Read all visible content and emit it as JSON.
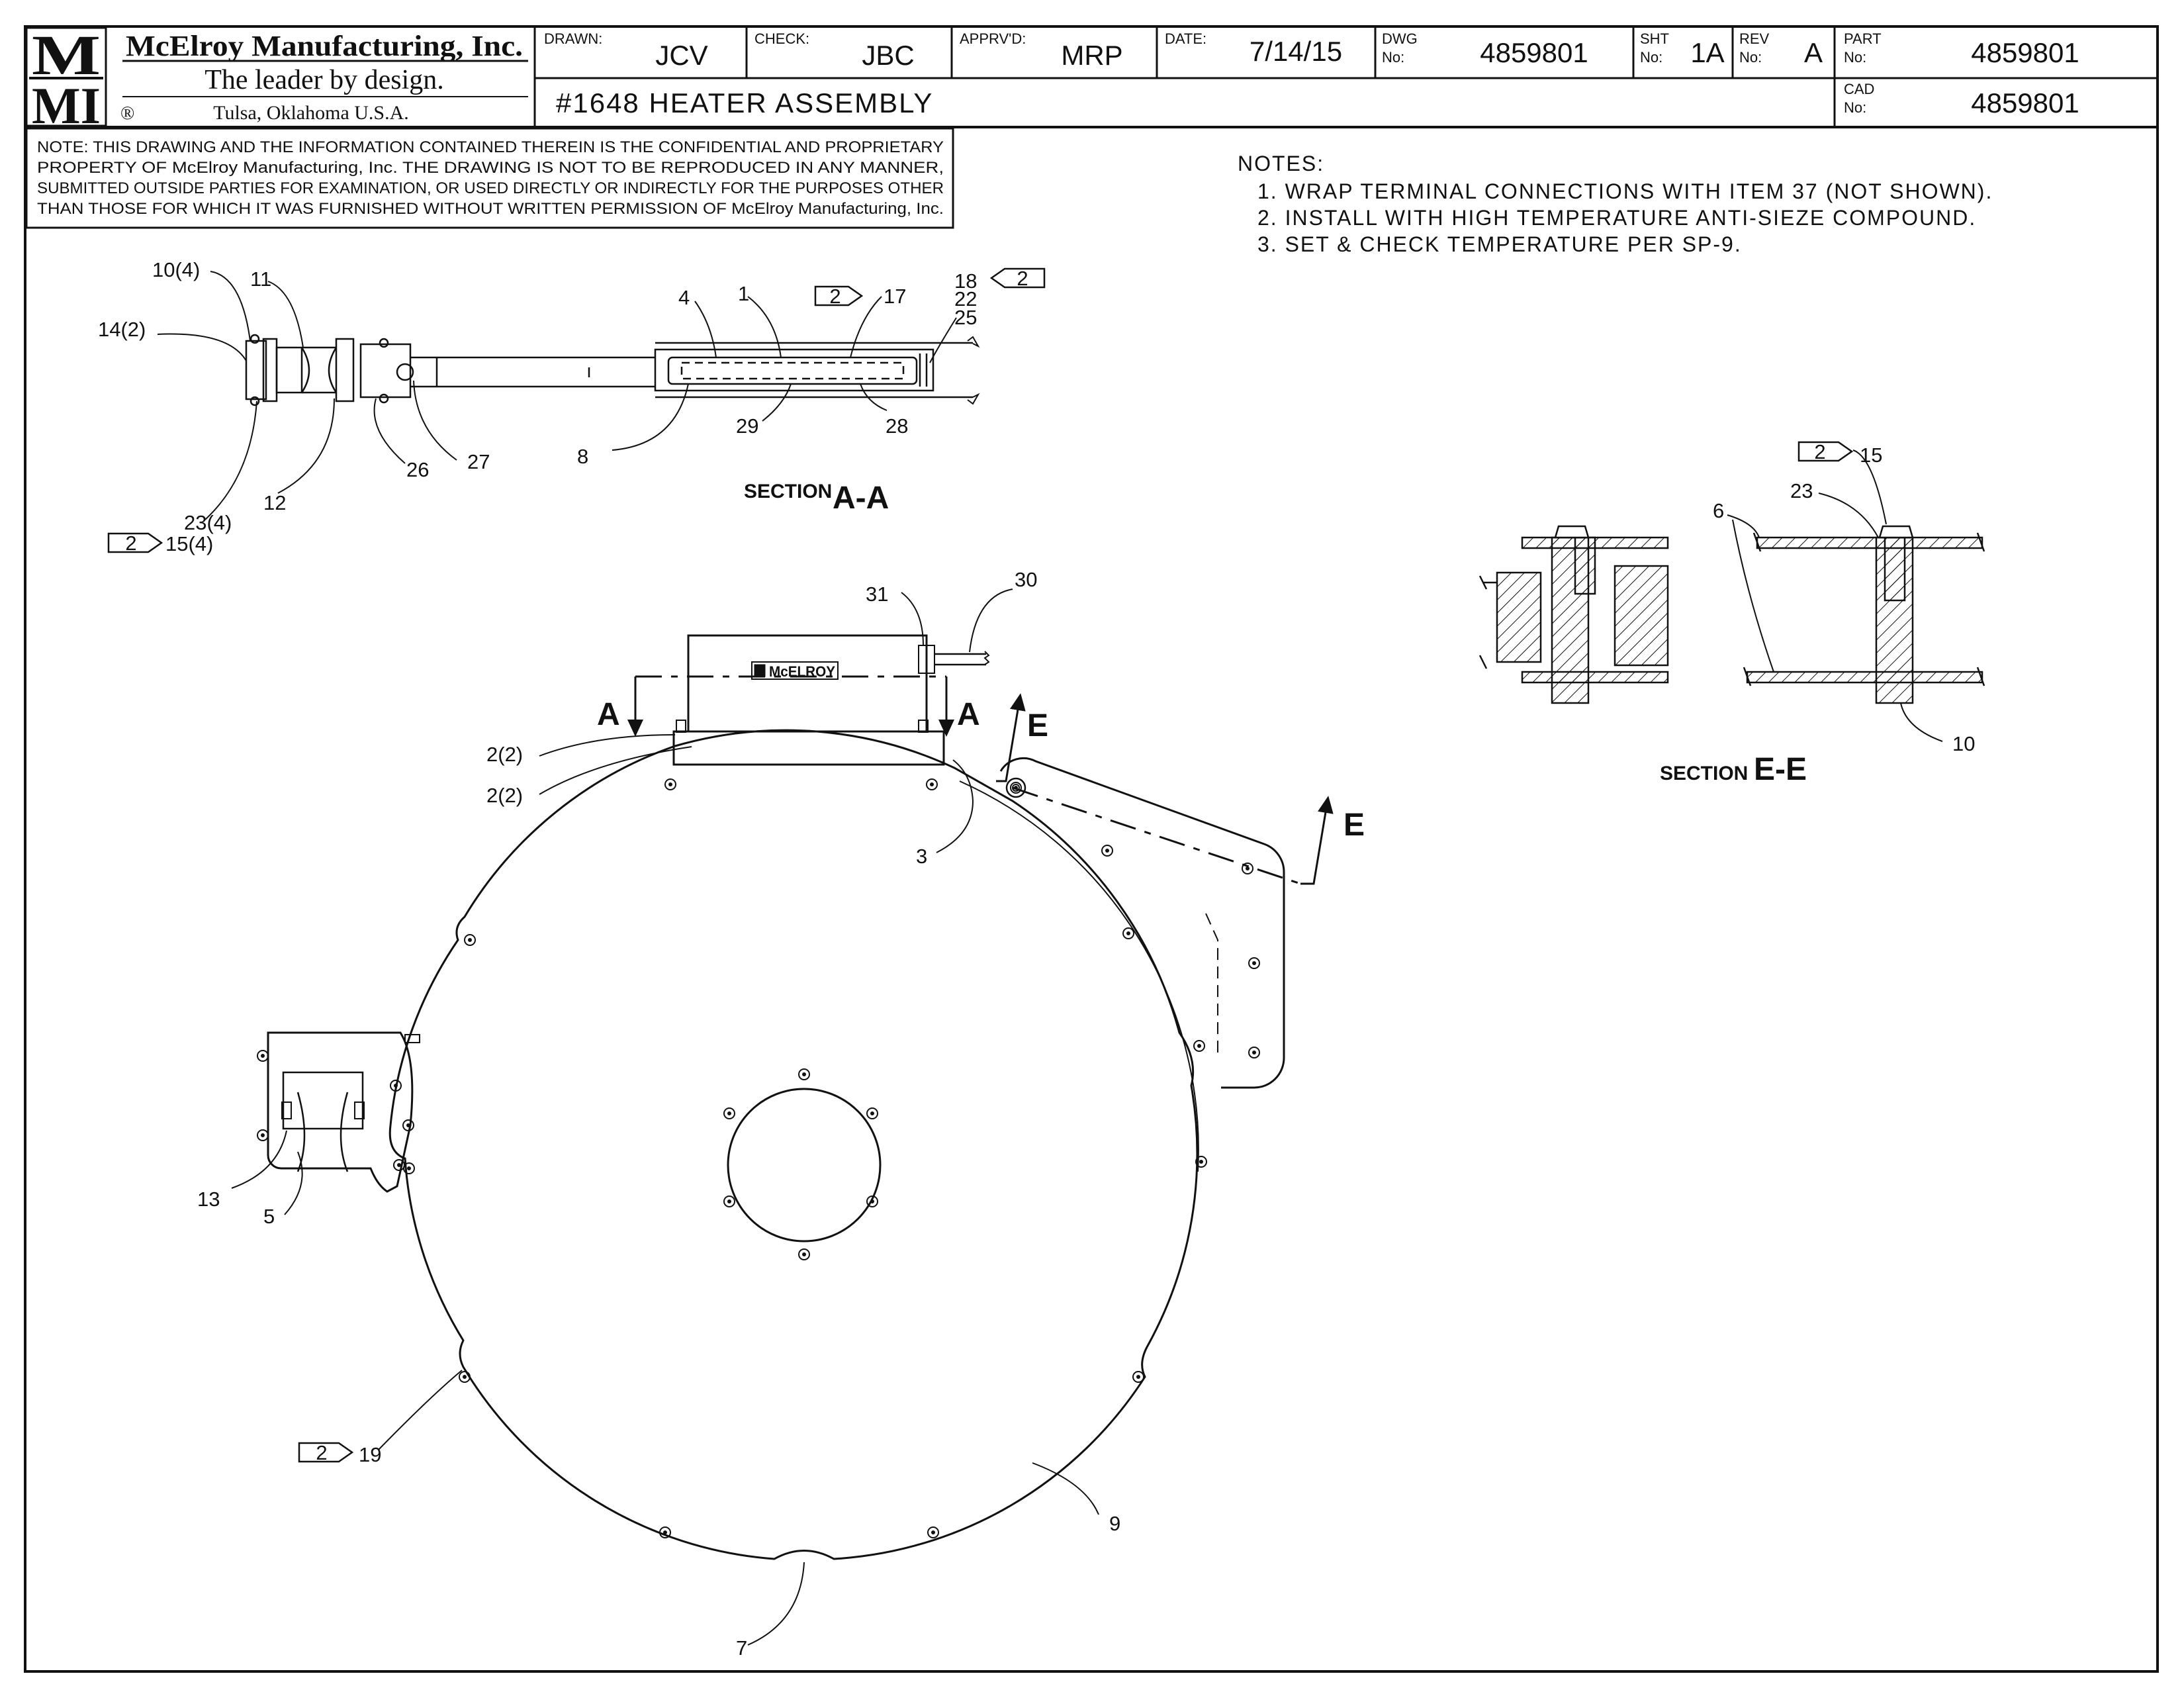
{
  "title_block": {
    "logo_top": "M",
    "logo_bottom": "MI",
    "company": "McElroy Manufacturing, Inc.",
    "tagline": "The leader by design.",
    "registered": "®",
    "location": "Tulsa, Oklahoma U.S.A.",
    "drawn_label": "DRAWN:",
    "drawn": "JCV",
    "check_label": "CHECK:",
    "check": "JBC",
    "approved_label": "APPRV'D:",
    "approved": "MRP",
    "date_label": "DATE:",
    "date": "7/14/15",
    "dwg_label_1": "DWG",
    "dwg_label_2": "No:",
    "dwg_no": "4859801",
    "sht_label_1": "SHT",
    "sht_label_2": "No:",
    "sht_no": "1A",
    "rev_label_1": "REV",
    "rev_label_2": "No:",
    "rev_no": "A",
    "part_label_1": "PART",
    "part_label_2": "No:",
    "part_no": "4859801",
    "cad_label_1": "CAD",
    "cad_label_2": "No:",
    "cad_no": "4859801",
    "drawing_title": "#1648 HEATER ASSEMBLY"
  },
  "confidential_notice": [
    "NOTE: THIS DRAWING AND THE INFORMATION CONTAINED THEREIN IS THE CONFIDENTIAL AND PROPRIETARY",
    "PROPERTY OF McElroy Manufacturing, Inc. THE DRAWING IS NOT TO BE REPRODUCED IN ANY MANNER,",
    "SUBMITTED OUTSIDE PARTIES FOR EXAMINATION, OR USED DIRECTLY OR INDIRECTLY FOR THE PURPOSES OTHER",
    "THAN THOSE FOR WHICH IT WAS FURNISHED WITHOUT WRITTEN PERMISSION OF McElroy Manufacturing, Inc."
  ],
  "notes": {
    "heading": "NOTES:",
    "items": [
      "1.  WRAP TERMINAL CONNECTIONS WITH ITEM 37 (NOT SHOWN).",
      "2.  INSTALL WITH HIGH TEMPERATURE ANTI-SIEZE COMPOUND.",
      "3.  SET & CHECK TEMPERATURE PER SP-9."
    ]
  },
  "section_aa": {
    "prefix": "SECTION",
    "letters": "A-A"
  },
  "section_ee": {
    "prefix": "SECTION",
    "letters": "E-E"
  },
  "cut_letters": {
    "a": "A",
    "e": "E"
  },
  "flag_number": "2",
  "heater_brand": "McELROY",
  "item_labels": {
    "i10_4": "10(4)",
    "i11": "11",
    "i14_2": "14(2)",
    "i4": "4",
    "i1": "1",
    "i17": "17",
    "i18": "18",
    "i22": "22",
    "i25": "25",
    "i29": "29",
    "i28": "28",
    "i8": "8",
    "i27": "27",
    "i26": "26",
    "i12": "12",
    "i23_4": "23(4)",
    "i15_4": "15(4)",
    "i31": "31",
    "i30": "30",
    "i2a": "2(2)",
    "i2b": "2(2)",
    "i3": "3",
    "i13": "13",
    "i5": "5",
    "i19": "19",
    "i9": "9",
    "i7": "7",
    "i15": "15",
    "i23": "23",
    "i6": "6",
    "i10": "10"
  },
  "colors": {
    "line": "#111111",
    "background": "#ffffff"
  }
}
